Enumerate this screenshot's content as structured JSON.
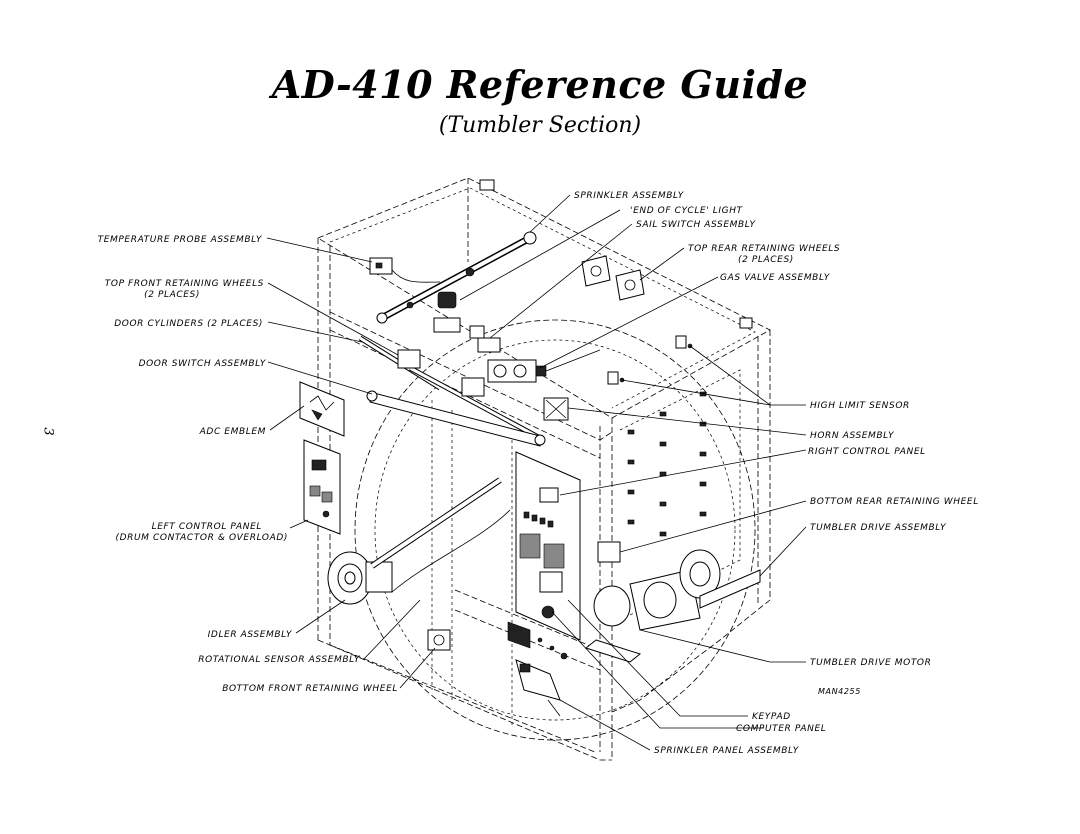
{
  "title": "AD-410 Reference Guide",
  "subtitle": "(Tumbler Section)",
  "page_number": "3",
  "drawing_number": "MAN4255",
  "labels": {
    "sprinkler_assembly": "SPRINKLER ASSEMBLY",
    "end_of_cycle_light": "'END OF CYCLE' LIGHT",
    "sail_switch_assembly": "SAIL SWITCH ASSEMBLY",
    "top_rear_retaining_wheels": "TOP REAR RETAINING WHEELS",
    "top_rear_retaining_wheels_2": "(2 PLACES)",
    "gas_valve_assembly": "GAS VALVE ASSEMBLY",
    "temperature_probe_assembly": "TEMPERATURE PROBE ASSEMBLY",
    "top_front_retaining_wheels": "TOP FRONT RETAINING WHEELS",
    "top_front_retaining_wheels_2": "(2 PLACES)",
    "door_cylinders": "DOOR CYLINDERS (2 PLACES)",
    "door_switch_assembly": "DOOR SWITCH ASSEMBLY",
    "adc_emblem": "ADC EMBLEM",
    "left_control_panel": "LEFT CONTROL PANEL",
    "left_control_panel_2": "(DRUM CONTACTOR & OVERLOAD)",
    "idler_assembly": "IDLER ASSEMBLY",
    "rotational_sensor_assembly": "ROTATIONAL SENSOR ASSEMBLY",
    "bottom_front_retaining_wheel": "BOTTOM FRONT RETAINING WHEEL",
    "high_limit_sensor": "HIGH LIMIT SENSOR",
    "horn_assembly": "HORN ASSEMBLY",
    "right_control_panel": "RIGHT CONTROL PANEL",
    "bottom_rear_retaining_wheel": "BOTTOM REAR RETAINING WHEEL",
    "tumbler_drive_assembly": "TUMBLER DRIVE ASSEMBLY",
    "tumbler_drive_motor": "TUMBLER DRIVE MOTOR",
    "keypad": "KEYPAD",
    "computer_panel": "COMPUTER PANEL",
    "sprinkler_panel_assembly": "SPRINKLER PANEL ASSEMBLY"
  }
}
